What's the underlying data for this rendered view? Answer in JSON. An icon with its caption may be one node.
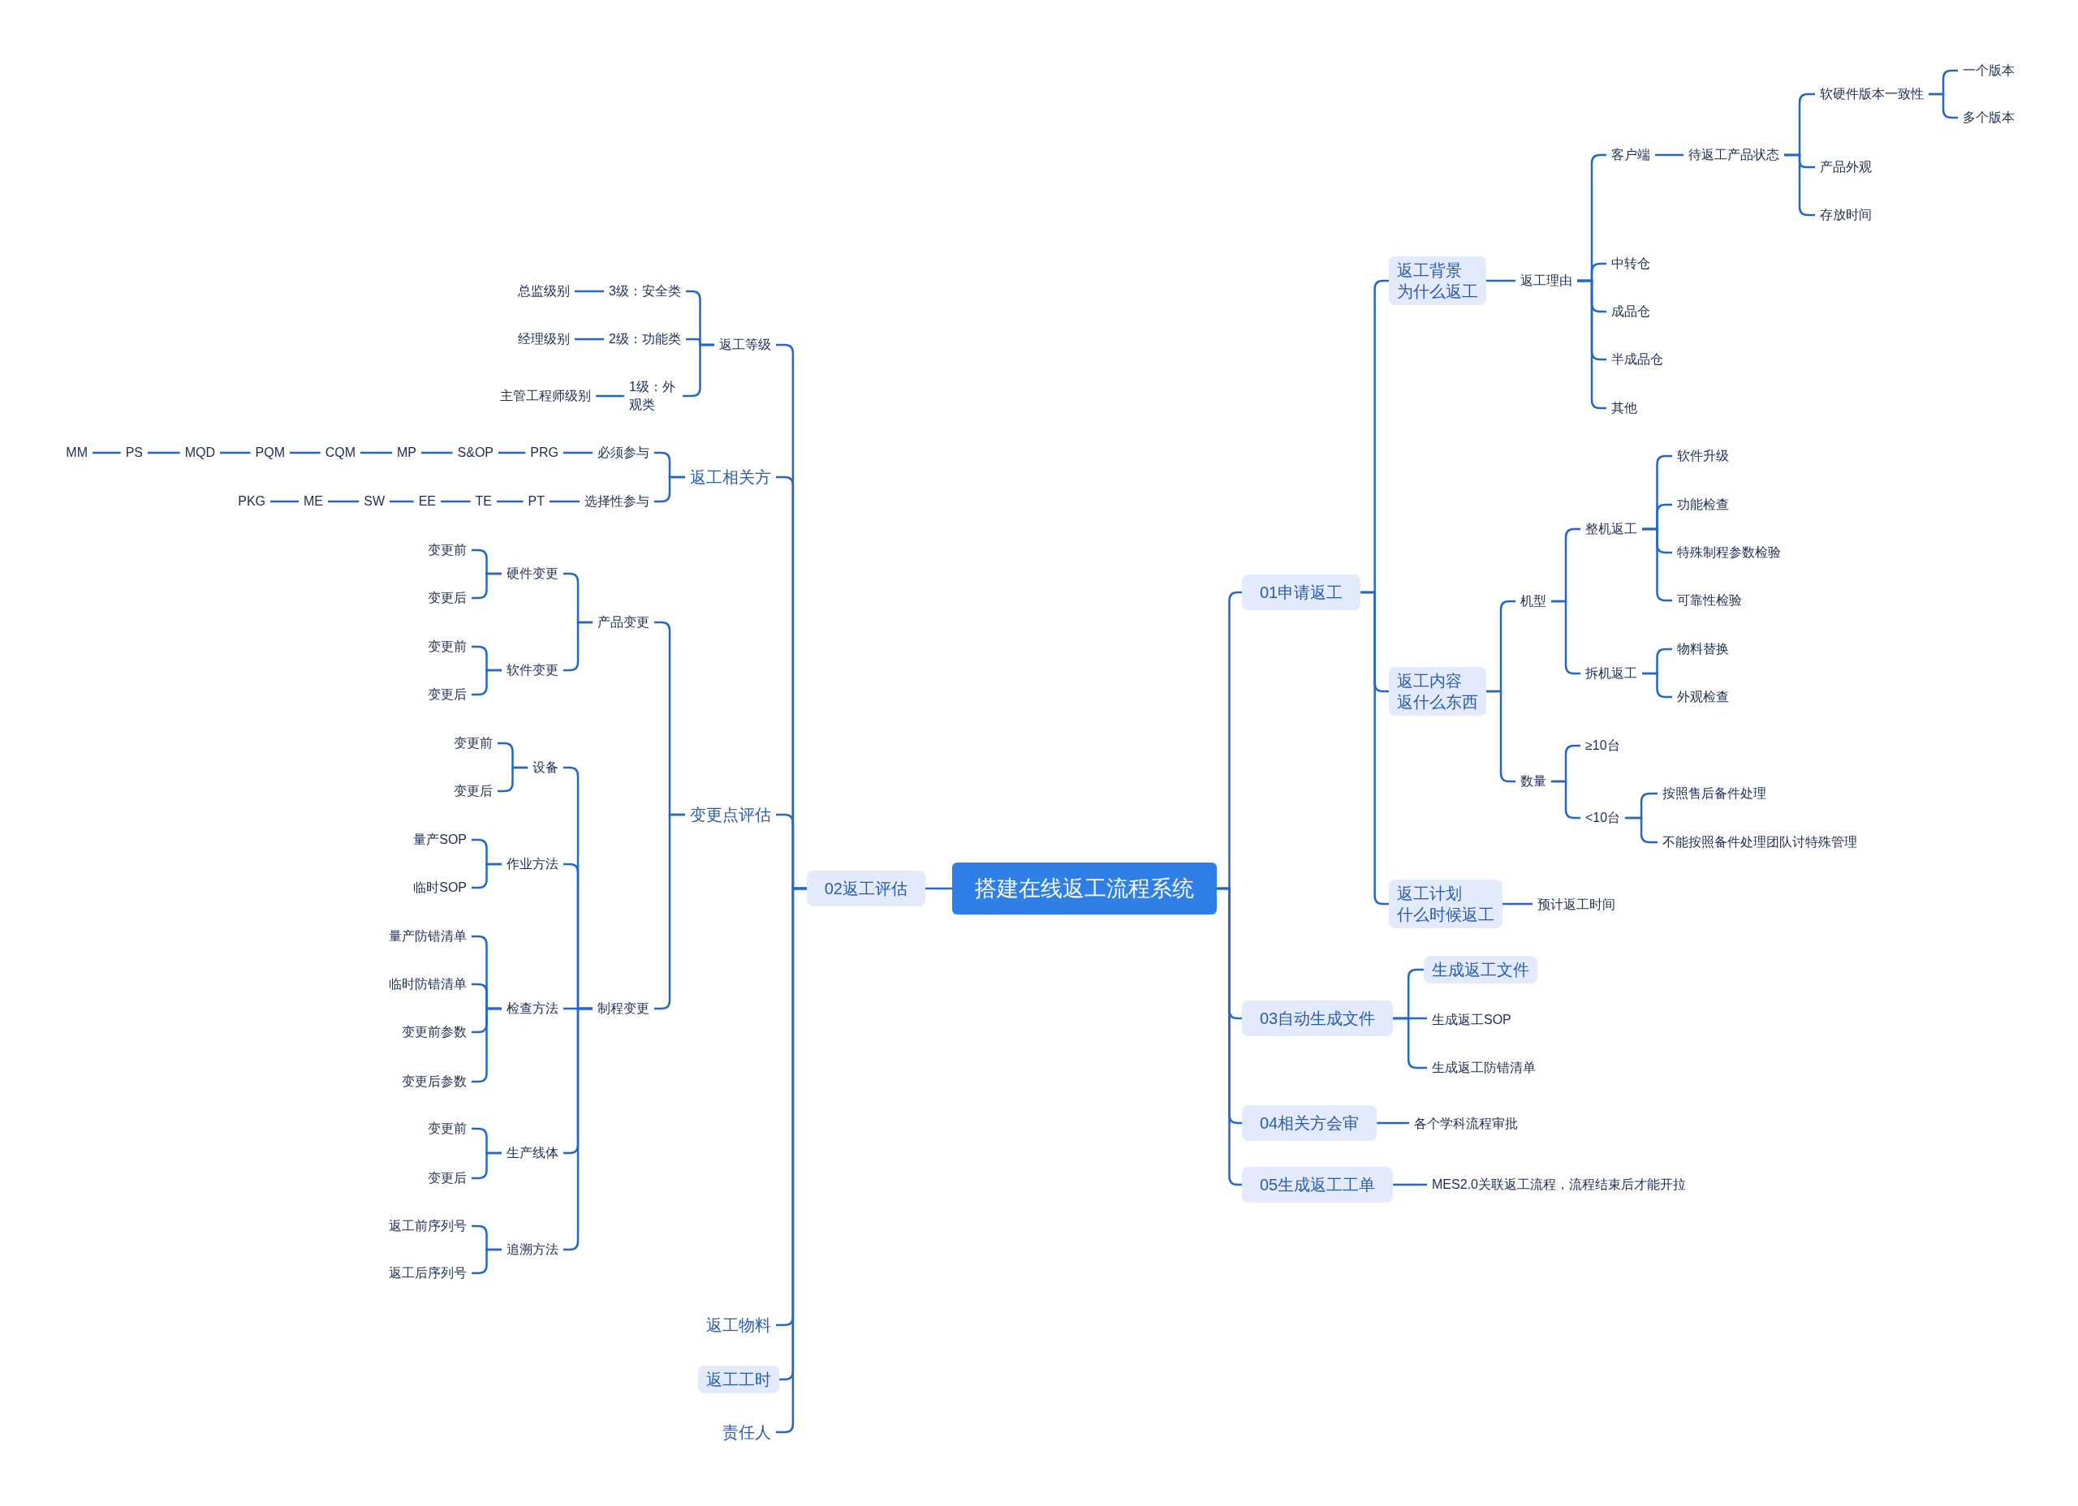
{
  "diagram": {
    "nodes": [
      {
        "text": [
          "搭建在线返工流程系统"
        ]
      },
      {
        "text": [
          "01申请返工"
        ]
      },
      {
        "text": [
          "返工背景",
          "为什么返工"
        ]
      },
      {
        "text": [
          "返工理由"
        ]
      },
      {
        "text": [
          "客户端"
        ]
      },
      {
        "text": [
          "待返工产品状态"
        ]
      },
      {
        "text": [
          "软硬件版本一致性"
        ]
      },
      {
        "text": [
          "一个版本"
        ]
      },
      {
        "text": [
          "多个版本"
        ]
      },
      {
        "text": [
          "产品外观"
        ]
      },
      {
        "text": [
          "存放时间"
        ]
      },
      {
        "text": [
          "中转仓"
        ]
      },
      {
        "text": [
          "成品仓"
        ]
      },
      {
        "text": [
          "半成品仓"
        ]
      },
      {
        "text": [
          "其他"
        ]
      },
      {
        "text": [
          "返工内容",
          "返什么东西"
        ]
      },
      {
        "text": [
          "机型"
        ]
      },
      {
        "text": [
          "整机返工"
        ]
      },
      {
        "text": [
          "软件升级"
        ]
      },
      {
        "text": [
          "功能检查"
        ]
      },
      {
        "text": [
          "特殊制程参数检验"
        ]
      },
      {
        "text": [
          "可靠性检验"
        ]
      },
      {
        "text": [
          "拆机返工"
        ]
      },
      {
        "text": [
          "物料替换"
        ]
      },
      {
        "text": [
          "外观检查"
        ]
      },
      {
        "text": [
          "数量"
        ]
      },
      {
        "text": [
          "≥10台"
        ]
      },
      {
        "text": [
          "<10台"
        ]
      },
      {
        "text": [
          "按照售后备件处理"
        ]
      },
      {
        "text": [
          "不能按照备件处理团队讨特殊管理"
        ]
      },
      {
        "text": [
          "返工计划",
          "什么时候返工"
        ]
      },
      {
        "text": [
          "预计返工时间"
        ]
      },
      {
        "text": [
          "03自动生成文件"
        ]
      },
      {
        "text": [
          "生成返工文件"
        ]
      },
      {
        "text": [
          "生成返工SOP"
        ]
      },
      {
        "text": [
          "生成返工防错清单"
        ]
      },
      {
        "text": [
          "04相关方会审"
        ]
      },
      {
        "text": [
          "各个学科流程审批"
        ]
      },
      {
        "text": [
          "05生成返工工单"
        ]
      },
      {
        "text": [
          "MES2.0关联返工流程，流程结束后才能开拉"
        ]
      },
      {
        "text": [
          "02返工评估"
        ]
      },
      {
        "text": [
          "返工等级"
        ]
      },
      {
        "text": [
          "3级：安全类"
        ]
      },
      {
        "text": [
          "总监级别"
        ]
      },
      {
        "text": [
          "2级：功能类"
        ]
      },
      {
        "text": [
          "经理级别"
        ]
      },
      {
        "text": [
          "1级：外观类"
        ]
      },
      {
        "text": [
          "主管工程师级别"
        ]
      },
      {
        "text": [
          "返工相关方"
        ]
      },
      {
        "text": [
          "必须参与"
        ]
      },
      {
        "text": [
          "PRG"
        ]
      },
      {
        "text": [
          "S&OP"
        ]
      },
      {
        "text": [
          "MP"
        ]
      },
      {
        "text": [
          "CQM"
        ]
      },
      {
        "text": [
          "PQM"
        ]
      },
      {
        "text": [
          "MQD"
        ]
      },
      {
        "text": [
          "PS"
        ]
      },
      {
        "text": [
          "MM"
        ]
      },
      {
        "text": [
          "选择性参与"
        ]
      },
      {
        "text": [
          "PT"
        ]
      },
      {
        "text": [
          "TE"
        ]
      },
      {
        "text": [
          "EE"
        ]
      },
      {
        "text": [
          "SW"
        ]
      },
      {
        "text": [
          "ME"
        ]
      },
      {
        "text": [
          "PKG"
        ]
      },
      {
        "text": [
          "变更点评估"
        ]
      },
      {
        "text": [
          "产品变更"
        ]
      },
      {
        "text": [
          "硬件变更"
        ]
      },
      {
        "text": [
          "变更前"
        ]
      },
      {
        "text": [
          "变更后"
        ]
      },
      {
        "text": [
          "软件变更"
        ]
      },
      {
        "text": [
          "变更前"
        ]
      },
      {
        "text": [
          "变更后"
        ]
      },
      {
        "text": [
          "制程变更"
        ]
      },
      {
        "text": [
          "设备"
        ]
      },
      {
        "text": [
          "变更前"
        ]
      },
      {
        "text": [
          "变更后"
        ]
      },
      {
        "text": [
          "作业方法"
        ]
      },
      {
        "text": [
          "量产SOP"
        ]
      },
      {
        "text": [
          "临时SOP"
        ]
      },
      {
        "text": [
          "检查方法"
        ]
      },
      {
        "text": [
          "量产防错清单"
        ]
      },
      {
        "text": [
          "临时防错清单"
        ]
      },
      {
        "text": [
          "变更前参数"
        ]
      },
      {
        "text": [
          "变更后参数"
        ]
      },
      {
        "text": [
          "生产线体"
        ]
      },
      {
        "text": [
          "变更前"
        ]
      },
      {
        "text": [
          "变更后"
        ]
      },
      {
        "text": [
          "追溯方法"
        ]
      },
      {
        "text": [
          "返工前序列号"
        ]
      },
      {
        "text": [
          "返工后序列号"
        ]
      },
      {
        "text": [
          "返工物料"
        ]
      },
      {
        "text": [
          "返工工时"
        ]
      },
      {
        "text": [
          "责任人"
        ]
      }
    ],
    "edges": [
      {
        "from": 0,
        "to": 1,
        "arrow": "none"
      },
      {
        "from": 1,
        "to": 2,
        "arrow": "none"
      },
      {
        "from": 2,
        "to": 3,
        "arrow": "none"
      },
      {
        "from": 3,
        "to": 4,
        "arrow": "none"
      },
      {
        "from": 4,
        "to": 5,
        "arrow": "none"
      },
      {
        "from": 5,
        "to": 6,
        "arrow": "none"
      },
      {
        "from": 6,
        "to": 7,
        "arrow": "none"
      },
      {
        "from": 6,
        "to": 8,
        "arrow": "none"
      },
      {
        "from": 5,
        "to": 9,
        "arrow": "none"
      },
      {
        "from": 5,
        "to": 10,
        "arrow": "none"
      },
      {
        "from": 3,
        "to": 11,
        "arrow": "none"
      },
      {
        "from": 3,
        "to": 12,
        "arrow": "none"
      },
      {
        "from": 3,
        "to": 13,
        "arrow": "none"
      },
      {
        "from": 3,
        "to": 14,
        "arrow": "none"
      },
      {
        "from": 1,
        "to": 15,
        "arrow": "none"
      },
      {
        "from": 15,
        "to": 16,
        "arrow": "none"
      },
      {
        "from": 16,
        "to": 17,
        "arrow": "none"
      },
      {
        "from": 17,
        "to": 18,
        "arrow": "none"
      },
      {
        "from": 17,
        "to": 19,
        "arrow": "none"
      },
      {
        "from": 17,
        "to": 20,
        "arrow": "none"
      },
      {
        "from": 17,
        "to": 21,
        "arrow": "none"
      },
      {
        "from": 16,
        "to": 22,
        "arrow": "none"
      },
      {
        "from": 22,
        "to": 23,
        "arrow": "none"
      },
      {
        "from": 22,
        "to": 24,
        "arrow": "none"
      },
      {
        "from": 15,
        "to": 25,
        "arrow": "none"
      },
      {
        "from": 25,
        "to": 26,
        "arrow": "none"
      },
      {
        "from": 25,
        "to": 27,
        "arrow": "none"
      },
      {
        "from": 27,
        "to": 28,
        "arrow": "none"
      },
      {
        "from": 27,
        "to": 29,
        "arrow": "none"
      },
      {
        "from": 1,
        "to": 30,
        "arrow": "none"
      },
      {
        "from": 30,
        "to": 31,
        "arrow": "none"
      },
      {
        "from": 0,
        "to": 32,
        "arrow": "none"
      },
      {
        "from": 32,
        "to": 33,
        "arrow": "none"
      },
      {
        "from": 32,
        "to": 34,
        "arrow": "none"
      },
      {
        "from": 32,
        "to": 35,
        "arrow": "none"
      },
      {
        "from": 0,
        "to": 36,
        "arrow": "none"
      },
      {
        "from": 36,
        "to": 37,
        "arrow": "none"
      },
      {
        "from": 0,
        "to": 38,
        "arrow": "none"
      },
      {
        "from": 38,
        "to": 39,
        "arrow": "none"
      },
      {
        "from": 0,
        "to": 40,
        "arrow": "none"
      },
      {
        "from": 40,
        "to": 41,
        "arrow": "none"
      },
      {
        "from": 41,
        "to": 42,
        "arrow": "none"
      },
      {
        "from": 42,
        "to": 43,
        "arrow": "none"
      },
      {
        "from": 41,
        "to": 44,
        "arrow": "none"
      },
      {
        "from": 44,
        "to": 45,
        "arrow": "none"
      },
      {
        "from": 41,
        "to": 46,
        "arrow": "none"
      },
      {
        "from": 46,
        "to": 47,
        "arrow": "none"
      },
      {
        "from": 40,
        "to": 48,
        "arrow": "none"
      },
      {
        "from": 48,
        "to": 49,
        "arrow": "none"
      },
      {
        "from": 49,
        "to": 50,
        "arrow": "none"
      },
      {
        "from": 50,
        "to": 51,
        "arrow": "none"
      },
      {
        "from": 51,
        "to": 52,
        "arrow": "none"
      },
      {
        "from": 52,
        "to": 53,
        "arrow": "none"
      },
      {
        "from": 53,
        "to": 54,
        "arrow": "none"
      },
      {
        "from": 54,
        "to": 55,
        "arrow": "none"
      },
      {
        "from": 55,
        "to": 56,
        "arrow": "none"
      },
      {
        "from": 56,
        "to": 57,
        "arrow": "none"
      },
      {
        "from": 48,
        "to": 58,
        "arrow": "none"
      },
      {
        "from": 58,
        "to": 59,
        "arrow": "none"
      },
      {
        "from": 59,
        "to": 60,
        "arrow": "none"
      },
      {
        "from": 60,
        "to": 61,
        "arrow": "none"
      },
      {
        "from": 61,
        "to": 62,
        "arrow": "none"
      },
      {
        "from": 62,
        "to": 63,
        "arrow": "none"
      },
      {
        "from": 63,
        "to": 64,
        "arrow": "none"
      },
      {
        "from": 40,
        "to": 65,
        "arrow": "none"
      },
      {
        "from": 65,
        "to": 66,
        "arrow": "none"
      },
      {
        "from": 66,
        "to": 67,
        "arrow": "none"
      },
      {
        "from": 67,
        "to": 68,
        "arrow": "none"
      },
      {
        "from": 67,
        "to": 69,
        "arrow": "none"
      },
      {
        "from": 66,
        "to": 70,
        "arrow": "none"
      },
      {
        "from": 70,
        "to": 71,
        "arrow": "none"
      },
      {
        "from": 70,
        "to": 72,
        "arrow": "none"
      },
      {
        "from": 65,
        "to": 73,
        "arrow": "none"
      },
      {
        "from": 73,
        "to": 74,
        "arrow": "none"
      },
      {
        "from": 74,
        "to": 75,
        "arrow": "none"
      },
      {
        "from": 74,
        "to": 76,
        "arrow": "none"
      },
      {
        "from": 73,
        "to": 77,
        "arrow": "none"
      },
      {
        "from": 77,
        "to": 78,
        "arrow": "none"
      },
      {
        "from": 77,
        "to": 79,
        "arrow": "none"
      },
      {
        "from": 73,
        "to": 80,
        "arrow": "none"
      },
      {
        "from": 80,
        "to": 81,
        "arrow": "none"
      },
      {
        "from": 80,
        "to": 82,
        "arrow": "none"
      },
      {
        "from": 80,
        "to": 83,
        "arrow": "none"
      },
      {
        "from": 80,
        "to": 84,
        "arrow": "none"
      },
      {
        "from": 73,
        "to": 85,
        "arrow": "none"
      },
      {
        "from": 85,
        "to": 86,
        "arrow": "none"
      },
      {
        "from": 85,
        "to": 87,
        "arrow": "none"
      },
      {
        "from": 73,
        "to": 88,
        "arrow": "none"
      },
      {
        "from": 88,
        "to": 89,
        "arrow": "none"
      },
      {
        "from": 88,
        "to": 90,
        "arrow": "none"
      },
      {
        "from": 40,
        "to": 91,
        "arrow": "none"
      },
      {
        "from": 40,
        "to": 92,
        "arrow": "none"
      },
      {
        "from": 40,
        "to": 93,
        "arrow": "none"
      }
    ]
  }
}
